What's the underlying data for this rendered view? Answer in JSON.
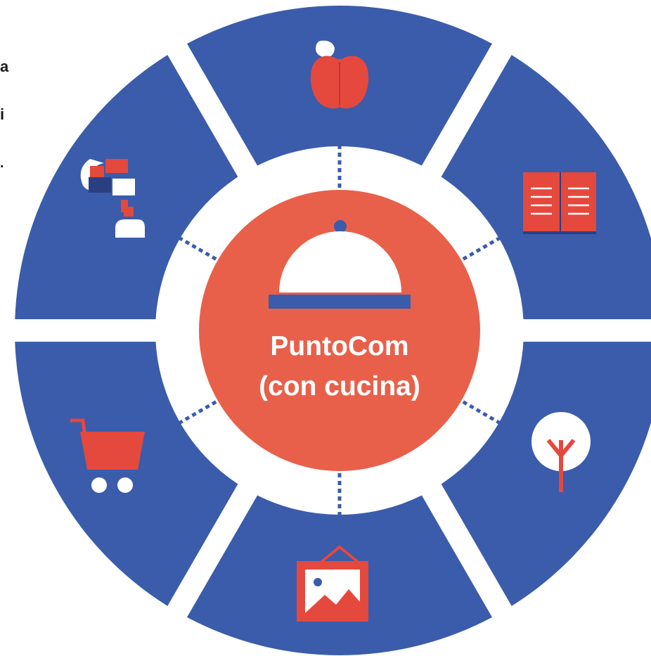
{
  "hub": {
    "title_line1": "PuntoCom",
    "title_line2": "(con cucina)",
    "icon": "cloche-icon"
  },
  "segments": [
    {
      "position": "top",
      "icon": "apple-icon"
    },
    {
      "position": "top-right",
      "icon": "open-book-icon"
    },
    {
      "position": "bottom-right",
      "icon": "tree-icon"
    },
    {
      "position": "bottom",
      "icon": "framed-picture-icon"
    },
    {
      "position": "bottom-left",
      "icon": "shopping-cart-icon"
    },
    {
      "position": "top-left",
      "icon": "people-chat-icon"
    }
  ],
  "side_text": {
    "line1": "a",
    "line2": "i",
    "line3": "."
  },
  "colors": {
    "ring_blue": "#3a5cab",
    "hub_orange": "#e8604a",
    "icon_red": "#e5483d",
    "white": "#ffffff"
  }
}
